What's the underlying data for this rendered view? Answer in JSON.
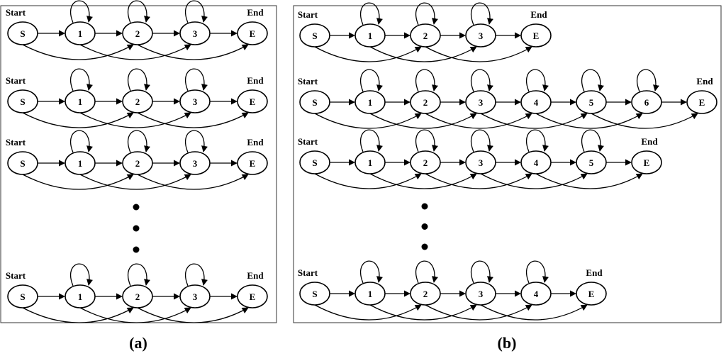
{
  "panels": [
    {
      "caption": "(a)",
      "rows": [
        {
          "start_label": "Start",
          "end_label": "End",
          "nodes": [
            "S",
            "1",
            "2",
            "3",
            "E"
          ]
        },
        {
          "start_label": "Start",
          "end_label": "End",
          "nodes": [
            "S",
            "1",
            "2",
            "3",
            "E"
          ]
        },
        {
          "start_label": "Start",
          "end_label": "End",
          "nodes": [
            "S",
            "1",
            "2",
            "3",
            "E"
          ]
        },
        {
          "start_label": "Start",
          "end_label": "End",
          "nodes": [
            "S",
            "1",
            "2",
            "3",
            "E"
          ]
        }
      ]
    },
    {
      "caption": "(b)",
      "rows": [
        {
          "start_label": "Start",
          "end_label": "End",
          "nodes": [
            "S",
            "1",
            "2",
            "3",
            "E"
          ]
        },
        {
          "start_label": "Start",
          "end_label": "End",
          "nodes": [
            "S",
            "1",
            "2",
            "3",
            "4",
            "5",
            "6",
            "E"
          ]
        },
        {
          "start_label": "Start",
          "end_label": "End",
          "nodes": [
            "S",
            "1",
            "2",
            "3",
            "4",
            "5",
            "E"
          ]
        },
        {
          "start_label": "Start",
          "end_label": "End",
          "nodes": [
            "S",
            "1",
            "2",
            "3",
            "4",
            "E"
          ]
        }
      ]
    }
  ],
  "edge_rules": {
    "sequential": true,
    "self_loops_on_hidden_states": true,
    "skip_one_state": true
  }
}
